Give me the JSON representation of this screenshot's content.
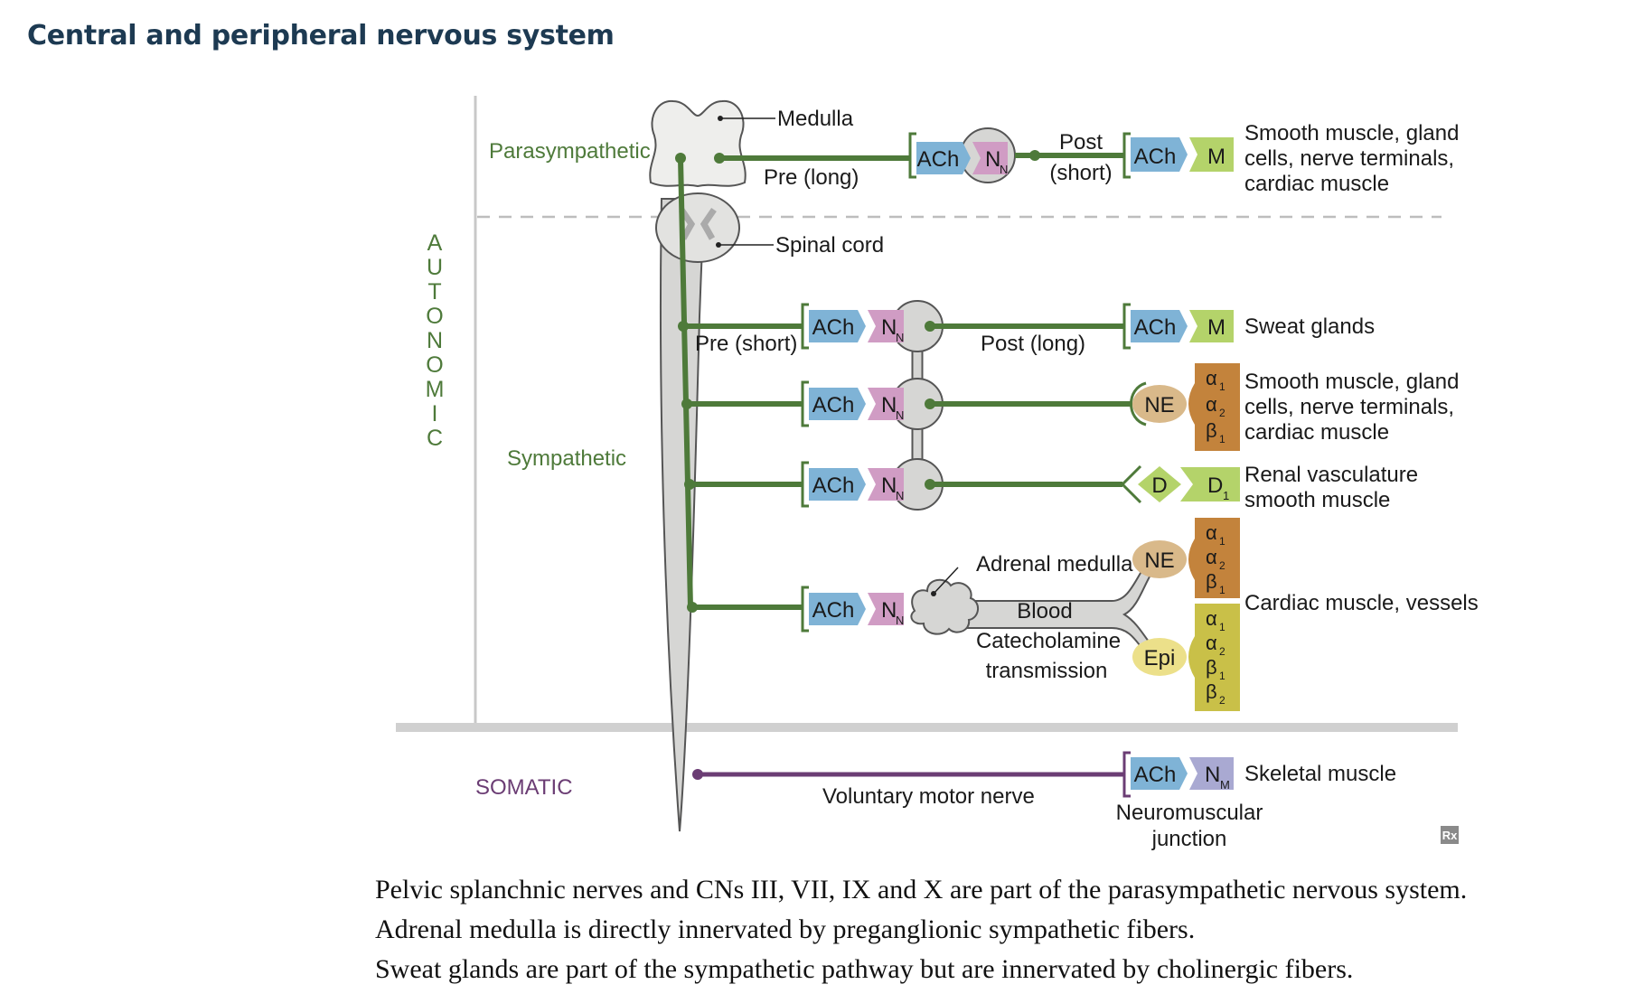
{
  "title": "Central and peripheral nervous system",
  "labels": {
    "autonomic": [
      "A",
      "U",
      "T",
      "O",
      "N",
      "O",
      "M",
      "I",
      "C"
    ],
    "parasympathetic": "Parasympathetic",
    "sympathetic": "Sympathetic",
    "somatic": "SOMATIC",
    "medulla": "Medulla",
    "spinal_cord": "Spinal cord",
    "pre_long": "Pre (long)",
    "pre_short": "Pre (short)",
    "post": "Post",
    "short_paren": "(short)",
    "post_long": "Post (long)",
    "adrenal_medulla": "Adrenal medulla",
    "blood": "Blood",
    "catecholamine": "Catecholamine",
    "transmission": "transmission",
    "voluntary_motor_nerve": "Voluntary motor nerve",
    "neuromuscular": "Neuromuscular",
    "junction": "junction"
  },
  "receptors": {
    "ach": "ACh",
    "n": "N",
    "n_sub": "N",
    "m": "M",
    "ne": "NE",
    "d": "D",
    "d1": "D",
    "d1_sub": "1",
    "epi": "Epi",
    "nm_sub": "M",
    "alpha": "α",
    "beta": "β",
    "sub1": "1",
    "sub2": "2"
  },
  "targets": {
    "para": [
      "Smooth muscle, gland",
      "cells, nerve terminals,",
      "cardiac muscle"
    ],
    "sweat": "Sweat glands",
    "symp_ne": [
      "Smooth muscle, gland",
      "cells, nerve terminals,",
      "cardiac muscle"
    ],
    "renal": [
      "Renal vasculature",
      "smooth muscle"
    ],
    "cardiac": "Cardiac muscle, vessels",
    "skeletal": "Skeletal muscle"
  },
  "watermark": "Rx",
  "captions": [
    "Pelvic splanchnic nerves and CNs III, VII, IX and X are part of the parasympathetic nervous system.",
    "Adrenal medulla is directly innervated by preganglionic sympathetic fibers.",
    "Sweat glands are part of the sympathetic pathway but are innervated by cholinergic fibers."
  ],
  "colors": {
    "title": "#1d3a52",
    "autonomic_green": "#4e7a3a",
    "somatic_purple": "#6b3d74",
    "ach_blue": "#7fb3d6",
    "nn_pink": "#d09cc4",
    "m_green": "#b4d36a",
    "ne_tan": "#d9b98a",
    "epi_yellow": "#ece08a",
    "nm_lavender": "#a9a9d2",
    "alpha_brown": "#c3833c",
    "alpha_olive": "#c9c048",
    "structure_gray": "#d3d3d1"
  }
}
